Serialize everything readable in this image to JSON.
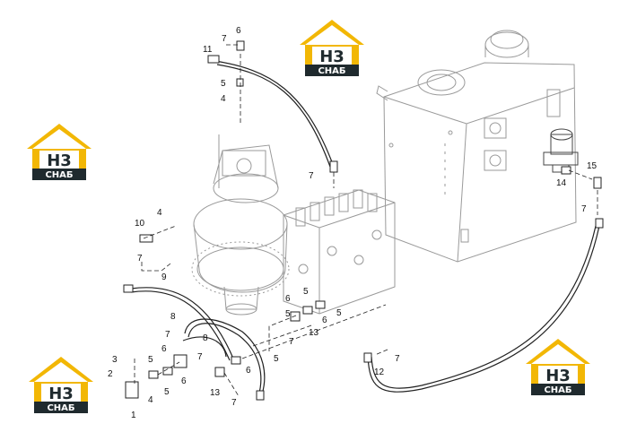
{
  "colors": {
    "logo_yellow": "#f2b705",
    "logo_dark": "#1f2a2e",
    "line": "#222222",
    "ghost": "#9a9a9a"
  },
  "logos": [
    {
      "id": "logo-top",
      "mark": "H3",
      "word": "СНАБ"
    },
    {
      "id": "logo-left",
      "mark": "H3",
      "word": "СНАБ"
    },
    {
      "id": "logo-bottom-left",
      "mark": "H3",
      "word": "СНАБ"
    },
    {
      "id": "logo-bottom-right",
      "mark": "H3",
      "word": "СНАБ"
    }
  ],
  "callouts": [
    {
      "id": "c6a",
      "text": "6"
    },
    {
      "id": "c7a",
      "text": "7"
    },
    {
      "id": "c11",
      "text": "11"
    },
    {
      "id": "c5a",
      "text": "5"
    },
    {
      "id": "c4a",
      "text": "4"
    },
    {
      "id": "c7b",
      "text": "7"
    },
    {
      "id": "c10",
      "text": "10"
    },
    {
      "id": "c4b",
      "text": "4"
    },
    {
      "id": "c7c",
      "text": "7"
    },
    {
      "id": "c9",
      "text": "9"
    },
    {
      "id": "c8a",
      "text": "8"
    },
    {
      "id": "c8b",
      "text": "8"
    },
    {
      "id": "c7d",
      "text": "7"
    },
    {
      "id": "c6b",
      "text": "6"
    },
    {
      "id": "c7e",
      "text": "7"
    },
    {
      "id": "c6c",
      "text": "6"
    },
    {
      "id": "c3",
      "text": "3"
    },
    {
      "id": "c2",
      "text": "2"
    },
    {
      "id": "c5b",
      "text": "5"
    },
    {
      "id": "c4c",
      "text": "4"
    },
    {
      "id": "c5c",
      "text": "5"
    },
    {
      "id": "c1",
      "text": "1"
    },
    {
      "id": "c13a",
      "text": "13"
    },
    {
      "id": "c7f",
      "text": "7"
    },
    {
      "id": "c6d",
      "text": "6"
    },
    {
      "id": "c5d",
      "text": "5"
    },
    {
      "id": "c6e",
      "text": "6"
    },
    {
      "id": "c5e",
      "text": "5"
    },
    {
      "id": "c5f",
      "text": "5"
    },
    {
      "id": "c6f",
      "text": "6"
    },
    {
      "id": "c13b",
      "text": "13"
    },
    {
      "id": "c7g",
      "text": "7"
    },
    {
      "id": "c5g",
      "text": "5"
    },
    {
      "id": "c12",
      "text": "12"
    },
    {
      "id": "c7h",
      "text": "7"
    },
    {
      "id": "c15",
      "text": "15"
    },
    {
      "id": "c14",
      "text": "14"
    },
    {
      "id": "c7i",
      "text": "7"
    }
  ]
}
